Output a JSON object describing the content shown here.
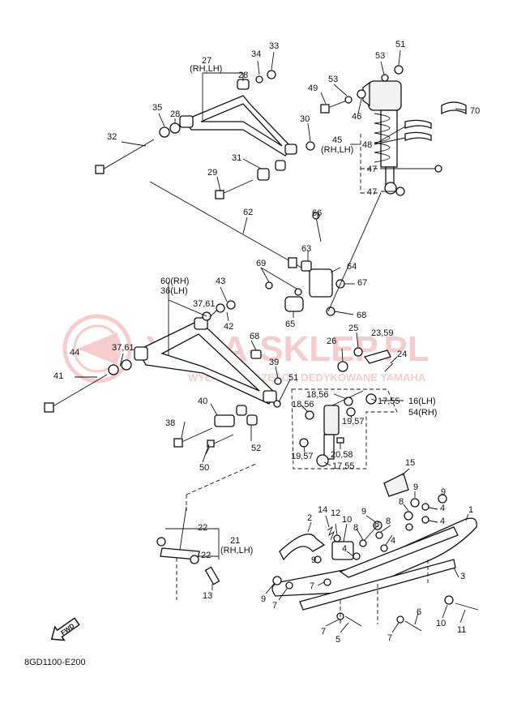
{
  "diagram_code": "8GD1100-E200",
  "watermark": {
    "brand": "YAMA-SKLEP.PL",
    "tagline": "WYŁĄCZNIE CZĘŚCI | DEDYKOWANE YAMAHA",
    "color": "#e24a4a"
  },
  "fwd_badge": "FWD",
  "colors": {
    "line": "#111111",
    "background": "#ffffff"
  },
  "callouts": [
    {
      "id": "c51",
      "text": "51"
    },
    {
      "id": "c53a",
      "text": "53"
    },
    {
      "id": "c34",
      "text": "34"
    },
    {
      "id": "c33",
      "text": "33"
    },
    {
      "id": "c27",
      "text": "27"
    },
    {
      "id": "c27s",
      "text": "(RH,LH)"
    },
    {
      "id": "c28a",
      "text": "28"
    },
    {
      "id": "c35",
      "text": "35"
    },
    {
      "id": "c28b",
      "text": "28"
    },
    {
      "id": "c49",
      "text": "49"
    },
    {
      "id": "c53b",
      "text": "53"
    },
    {
      "id": "c46",
      "text": "46"
    },
    {
      "id": "c70",
      "text": "70"
    },
    {
      "id": "c32",
      "text": "32"
    },
    {
      "id": "c30",
      "text": "30"
    },
    {
      "id": "c45",
      "text": "45"
    },
    {
      "id": "c45s",
      "text": "(RH,LH)"
    },
    {
      "id": "c48",
      "text": "48"
    },
    {
      "id": "c31",
      "text": "31"
    },
    {
      "id": "c29",
      "text": "29"
    },
    {
      "id": "c47a",
      "text": "47"
    },
    {
      "id": "c47b",
      "text": "47"
    },
    {
      "id": "c62",
      "text": "62"
    },
    {
      "id": "c66",
      "text": "66"
    },
    {
      "id": "c63",
      "text": "63"
    },
    {
      "id": "c64",
      "text": "64"
    },
    {
      "id": "c69",
      "text": "69"
    },
    {
      "id": "c67",
      "text": "67"
    },
    {
      "id": "c60",
      "text": "60(RH)"
    },
    {
      "id": "c36",
      "text": "36(LH)"
    },
    {
      "id": "c43",
      "text": "43"
    },
    {
      "id": "c3761a",
      "text": "37,61"
    },
    {
      "id": "c42",
      "text": "42"
    },
    {
      "id": "c65",
      "text": "65"
    },
    {
      "id": "c68a",
      "text": "68"
    },
    {
      "id": "c68b",
      "text": "68"
    },
    {
      "id": "c25",
      "text": "25"
    },
    {
      "id": "c2359",
      "text": "23,59"
    },
    {
      "id": "c44",
      "text": "44"
    },
    {
      "id": "c3761b",
      "text": "37,61"
    },
    {
      "id": "c26",
      "text": "26"
    },
    {
      "id": "c24",
      "text": "24"
    },
    {
      "id": "c39",
      "text": "39"
    },
    {
      "id": "c41",
      "text": "41"
    },
    {
      "id": "c51b",
      "text": "51"
    },
    {
      "id": "c1856a",
      "text": "18,56"
    },
    {
      "id": "c1856b",
      "text": "18,56"
    },
    {
      "id": "c1755a",
      "text": "17,55"
    },
    {
      "id": "c16",
      "text": "16(LH)"
    },
    {
      "id": "c54",
      "text": "54(RH)"
    },
    {
      "id": "c40",
      "text": "40"
    },
    {
      "id": "c1957a",
      "text": "19,57"
    },
    {
      "id": "c38",
      "text": "38"
    },
    {
      "id": "c52",
      "text": "52"
    },
    {
      "id": "c2058",
      "text": "20,58"
    },
    {
      "id": "c1957b",
      "text": "19,57"
    },
    {
      "id": "c1755b",
      "text": "17,55"
    },
    {
      "id": "c50",
      "text": "50"
    },
    {
      "id": "c15",
      "text": "15"
    },
    {
      "id": "c9a",
      "text": "9"
    },
    {
      "id": "c9b",
      "text": "9"
    },
    {
      "id": "c8a",
      "text": "8"
    },
    {
      "id": "c4a",
      "text": "4"
    },
    {
      "id": "c1",
      "text": "1"
    },
    {
      "id": "c4b",
      "text": "4"
    },
    {
      "id": "c14",
      "text": "14"
    },
    {
      "id": "c2",
      "text": "2"
    },
    {
      "id": "c12",
      "text": "12"
    },
    {
      "id": "c10a",
      "text": "10"
    },
    {
      "id": "c9c",
      "text": "9"
    },
    {
      "id": "c8b",
      "text": "8"
    },
    {
      "id": "c8c",
      "text": "8"
    },
    {
      "id": "c8d",
      "text": "8"
    },
    {
      "id": "c4c",
      "text": "4"
    },
    {
      "id": "c22a",
      "text": "22"
    },
    {
      "id": "c21",
      "text": "21"
    },
    {
      "id": "c21s",
      "text": "(RH,LH)"
    },
    {
      "id": "c22b",
      "text": "22"
    },
    {
      "id": "c4d",
      "text": "4"
    },
    {
      "id": "c9d",
      "text": "9"
    },
    {
      "id": "c3",
      "text": "3"
    },
    {
      "id": "c7a",
      "text": "7"
    },
    {
      "id": "c13",
      "text": "13"
    },
    {
      "id": "c9e",
      "text": "9"
    },
    {
      "id": "c7b",
      "text": "7"
    },
    {
      "id": "c6",
      "text": "6"
    },
    {
      "id": "c10b",
      "text": "10"
    },
    {
      "id": "c7c",
      "text": "7"
    },
    {
      "id": "c5",
      "text": "5"
    },
    {
      "id": "c7d",
      "text": "7"
    },
    {
      "id": "c11",
      "text": "11"
    }
  ]
}
